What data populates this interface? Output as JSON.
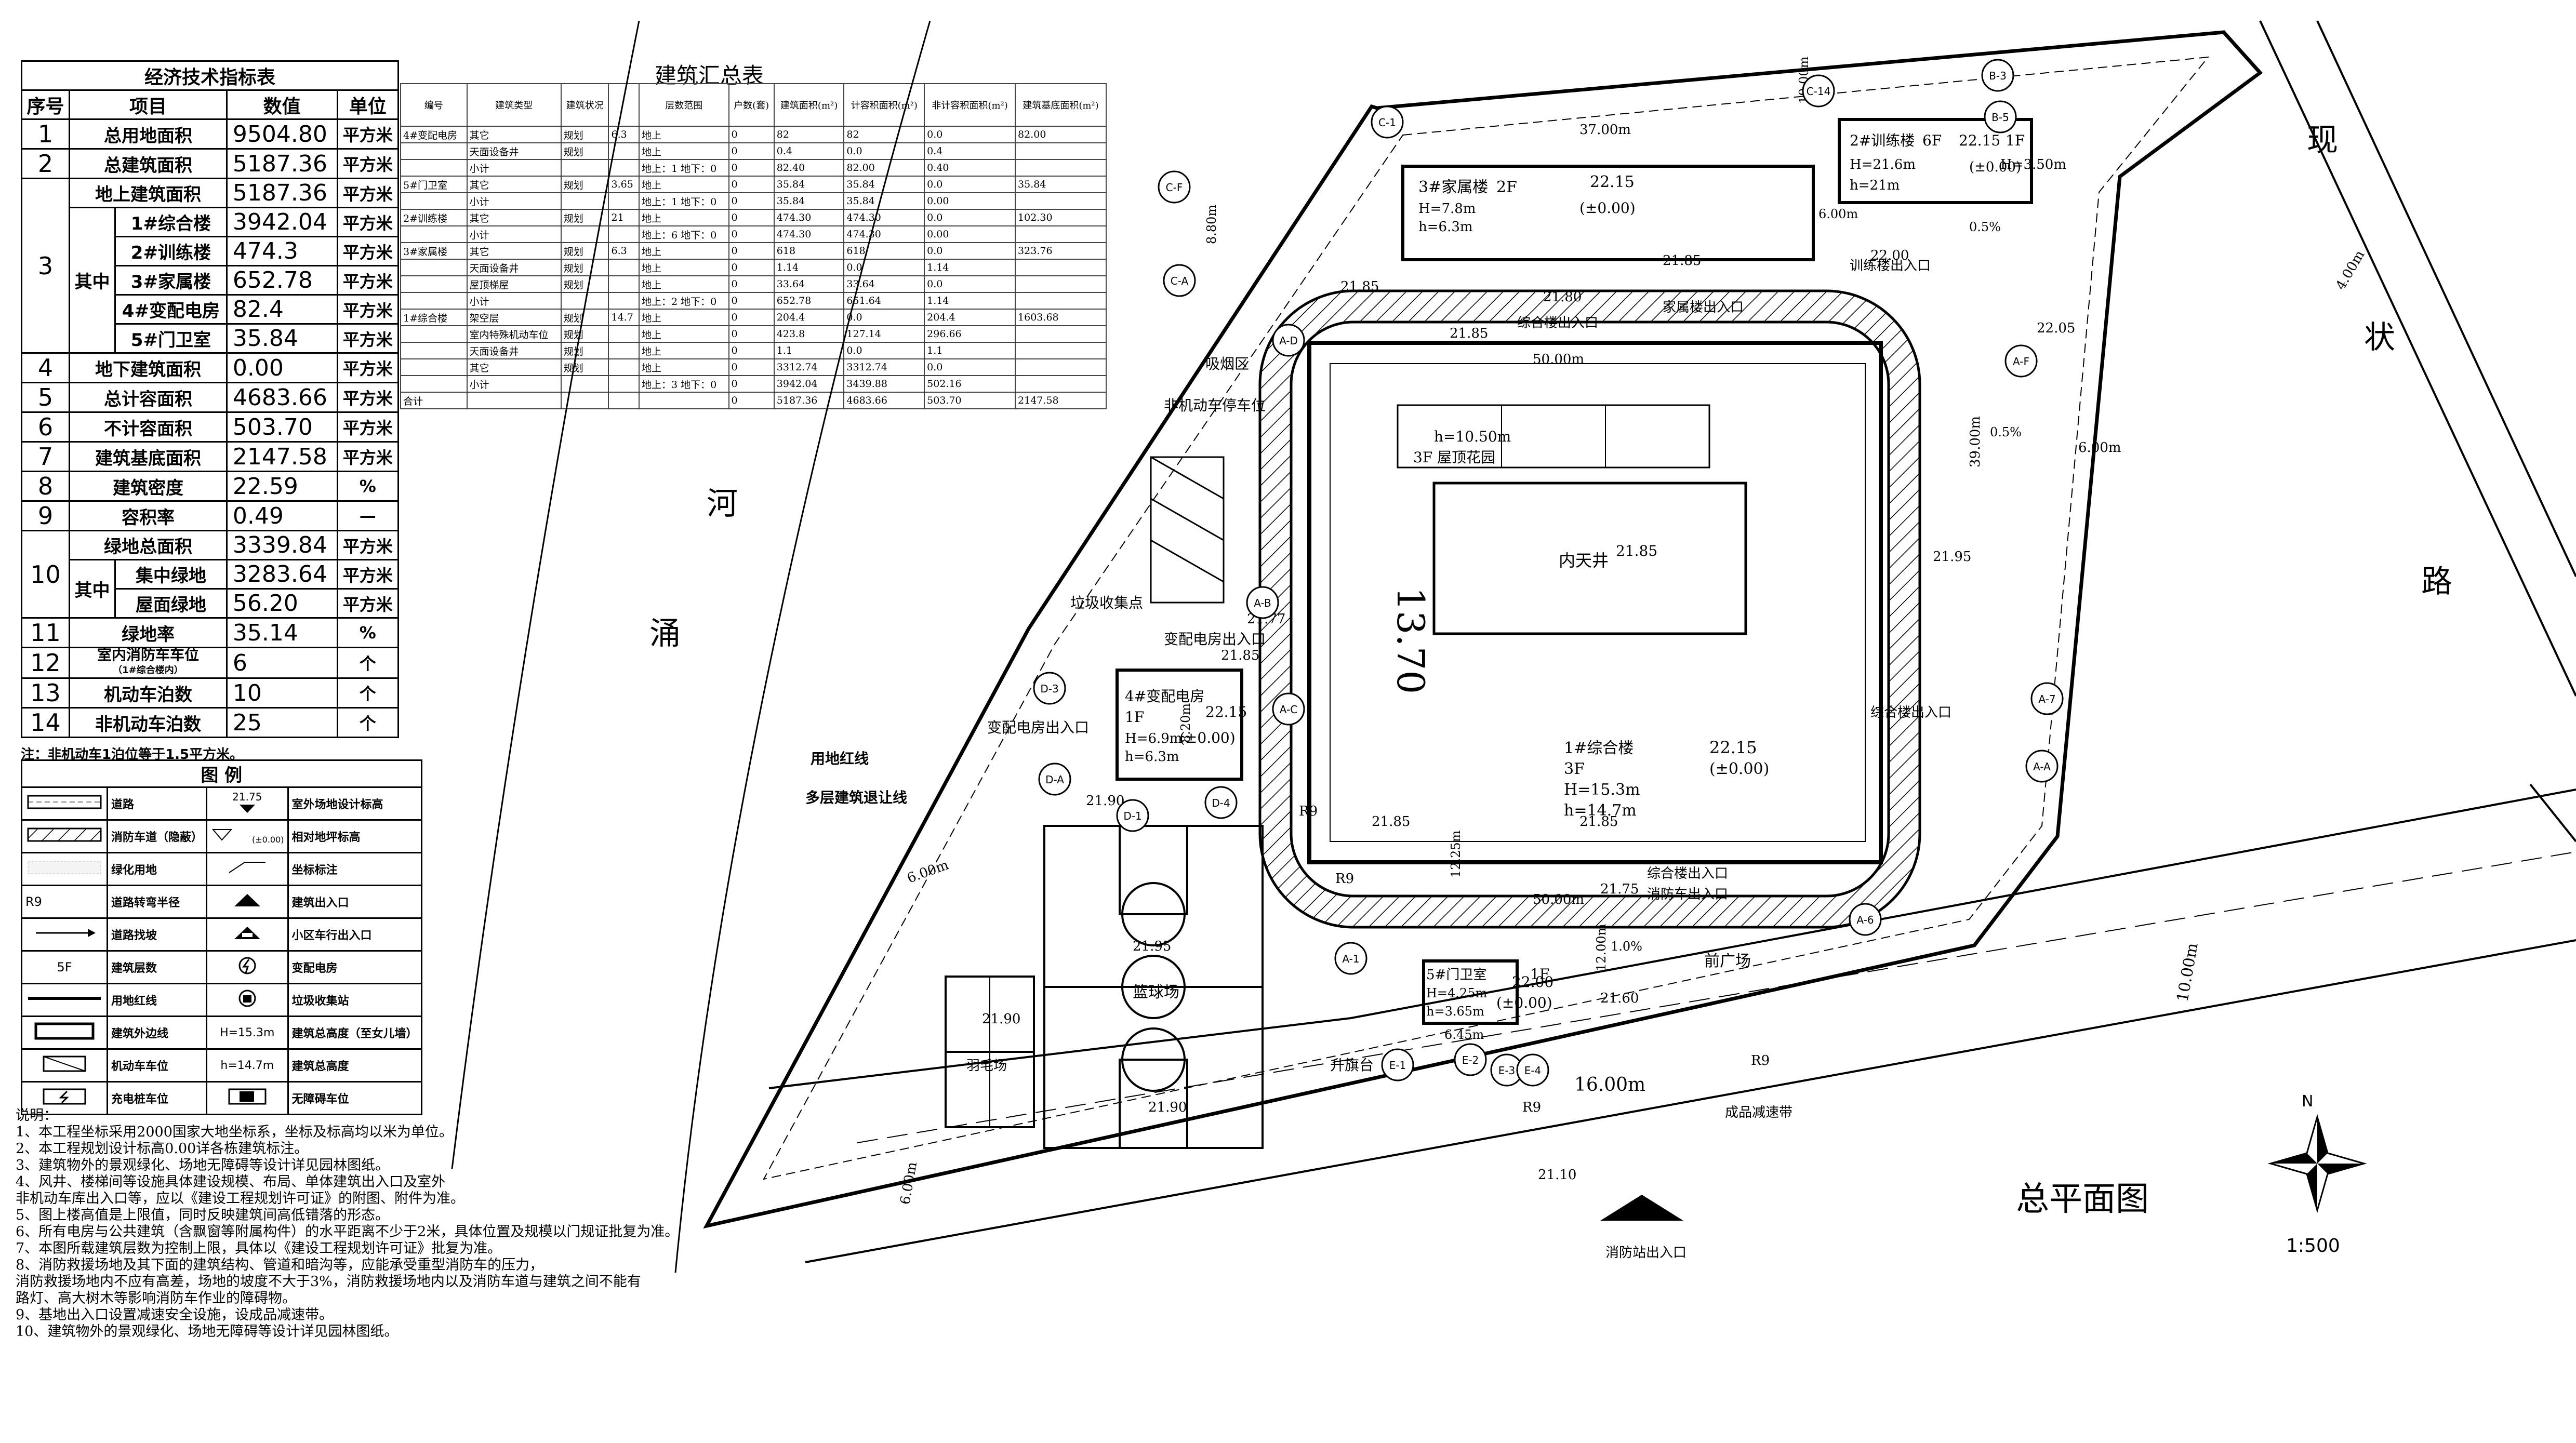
{
  "econ": {
    "title": "经济技术指标表",
    "headers": [
      "序号",
      "项目",
      "数值",
      "单位"
    ],
    "rows": [
      {
        "no": "1",
        "item": "总用地面积",
        "value": "9504.80",
        "unit": "平方米"
      },
      {
        "no": "2",
        "item": "总建筑面积",
        "value": "5187.36",
        "unit": "平方米"
      },
      {
        "no": "3",
        "item": "地上建筑面积",
        "value": "5187.36",
        "unit": "平方米"
      },
      {
        "no": "",
        "item": "1#综合楼",
        "value": "3942.04",
        "unit": "平方米"
      },
      {
        "no": "",
        "item": "2#训练楼",
        "value": "474.3",
        "unit": "平方米"
      },
      {
        "no": "",
        "item": "3#家属楼",
        "value": "652.78",
        "unit": "平方米"
      },
      {
        "no": "",
        "item": "4#变配电房",
        "value": "82.4",
        "unit": "平方米"
      },
      {
        "no": "",
        "item": "5#门卫室",
        "value": "35.84",
        "unit": "平方米"
      },
      {
        "no": "4",
        "item": "地下建筑面积",
        "value": "0.00",
        "unit": "平方米"
      },
      {
        "no": "5",
        "item": "总计容面积",
        "value": "4683.66",
        "unit": "平方米"
      },
      {
        "no": "6",
        "item": "不计容面积",
        "value": "503.70",
        "unit": "平方米"
      },
      {
        "no": "7",
        "item": "建筑基底面积",
        "value": "2147.58",
        "unit": "平方米"
      },
      {
        "no": "8",
        "item": "建筑密度",
        "value": "22.59",
        "unit": "%"
      },
      {
        "no": "9",
        "item": "容积率",
        "value": "0.49",
        "unit": "—"
      },
      {
        "no": "10",
        "item": "绿地总面积",
        "value": "3339.84",
        "unit": "平方米"
      },
      {
        "no": "",
        "item": "集中绿地",
        "value": "3283.64",
        "unit": "平方米"
      },
      {
        "no": "",
        "item": "屋面绿地",
        "value": "56.20",
        "unit": "平方米"
      },
      {
        "no": "11",
        "item": "绿地率",
        "value": "35.14",
        "unit": "%"
      },
      {
        "no": "12",
        "item": "室内消防车车位",
        "value": "6",
        "unit": "个"
      },
      {
        "no": "13",
        "item": "机动车泊数",
        "value": "10",
        "unit": "个"
      },
      {
        "no": "14",
        "item": "非机动车泊数",
        "value": "25",
        "unit": "个"
      }
    ],
    "sub_label": "其中",
    "row12_note": "（1#综合楼内）",
    "note": "注：非机动车1泊位等于1.5平方米。"
  },
  "legend": {
    "title": "图    例",
    "items": [
      [
        "道路",
        "室外场地设计标高"
      ],
      [
        "消防车道（隐蔽）",
        "相对地坪标高"
      ],
      [
        "绿化用地",
        "坐标标注"
      ],
      [
        "道路转弯半径",
        "建筑出入口"
      ],
      [
        "道路找坡",
        "小区车行出入口"
      ],
      [
        "建筑层数",
        "变配电房"
      ],
      [
        "用地红线",
        "垃圾收集站"
      ],
      [
        "建筑外边线",
        "建筑总高度（至女儿墙）"
      ],
      [
        "机动车车位",
        "建筑总高度"
      ],
      [
        "充电桩车位",
        "无障碍车位"
      ]
    ],
    "sym_text": {
      "r9": "R9",
      "fivef": "5F",
      "elev": "21.75",
      "h1": "H=15.3m",
      "h2": "h=14.7m",
      "rel": "(±0.00)"
    }
  },
  "notes": {
    "title": "说明：",
    "lines": [
      "1、本工程坐标采用2000国家大地坐标系，坐标及标高均以米为单位。",
      "2、本工程规划设计标高0.00详各栋建筑标注。",
      "3、建筑物外的景观绿化、场地无障碍等设计详见园林图纸。",
      "4、风井、楼梯间等设施具体建设规模、布局、单体建筑出入口及室外",
      "   非机动车库出入口等，应以《建设工程规划许可证》的附图、附件为准。",
      "5、图上楼高值是上限值，同时反映建筑间高低错落的形态。",
      "6、所有电房与公共建筑（含飘窗等附属构件）的水平距离不少于2米，具体位置及规模以门规证批复为准。",
      "7、本图所载建筑层数为控制上限，具体以《建设工程规划许可证》批复为准。",
      "8、消防救援场地及其下面的建筑结构、管道和暗沟等，应能承受重型消防车的压力，",
      "   消防救援场地内不应有高差，场地的坡度不大于3%，消防救援场地内以及消防车道与建筑之间不能有",
      "   路灯、高大树木等影响消防车作业的障碍物。",
      "9、基地出入口设置减速安全设施，设成品减速带。",
      "10、建筑物外的景观绿化、场地无障碍等设计详见园林图纸。"
    ]
  },
  "bldg": {
    "title": "建筑汇总表",
    "headers": [
      "编号",
      "建筑类型",
      "建筑状况",
      "",
      "层数范围",
      "户数(套)",
      "建筑面积(m²)",
      "计容积面积(m²)",
      "非计容积面积(m²)",
      "建筑基底面积(m²)"
    ],
    "rows": [
      [
        "4#变配电房",
        "其它",
        "规划",
        "6.3",
        "地上",
        "0",
        "82",
        "82",
        "0.0",
        "82.00"
      ],
      [
        "",
        "天面设备井",
        "规划",
        "",
        "地上",
        "0",
        "0.4",
        "0.0",
        "0.4",
        ""
      ],
      [
        "",
        "小计",
        "",
        "",
        "地上：1 地下：0",
        "0",
        "82.40",
        "82.00",
        "0.40",
        ""
      ],
      [
        "5#门卫室",
        "其它",
        "规划",
        "3.65",
        "地上",
        "0",
        "35.84",
        "35.84",
        "0.0",
        "35.84"
      ],
      [
        "",
        "小计",
        "",
        "",
        "地上：1 地下：0",
        "0",
        "35.84",
        "35.84",
        "0.00",
        ""
      ],
      [
        "2#训练楼",
        "其它",
        "规划",
        "21",
        "地上",
        "0",
        "474.30",
        "474.30",
        "0.0",
        "102.30"
      ],
      [
        "",
        "小计",
        "",
        "",
        "地上：6 地下：0",
        "0",
        "474.30",
        "474.30",
        "0.00",
        ""
      ],
      [
        "3#家属楼",
        "其它",
        "规划",
        "6.3",
        "地上",
        "0",
        "618",
        "618",
        "0.0",
        "323.76"
      ],
      [
        "",
        "天面设备井",
        "规划",
        "",
        "地上",
        "0",
        "1.14",
        "0.0",
        "1.14",
        ""
      ],
      [
        "",
        "屋顶梯屋",
        "规划",
        "",
        "地上",
        "0",
        "33.64",
        "33.64",
        "0.0",
        ""
      ],
      [
        "",
        "小计",
        "",
        "",
        "地上：2 地下：0",
        "0",
        "652.78",
        "651.64",
        "1.14",
        ""
      ],
      [
        "1#综合楼",
        "架空层",
        "规划",
        "14.7",
        "地上",
        "0",
        "204.4",
        "0.0",
        "204.4",
        "1603.68"
      ],
      [
        "",
        "室内特殊机动车位",
        "规划",
        "",
        "地上",
        "0",
        "423.8",
        "127.14",
        "296.66",
        ""
      ],
      [
        "",
        "天面设备井",
        "规划",
        "",
        "地上",
        "0",
        "1.1",
        "0.0",
        "1.1",
        ""
      ],
      [
        "",
        "其它",
        "规划",
        "",
        "地上",
        "0",
        "3312.74",
        "3312.74",
        "0.0",
        ""
      ],
      [
        "",
        "小计",
        "",
        "",
        "地上：3 地下：0",
        "0",
        "3942.04",
        "3439.88",
        "502.16",
        ""
      ],
      [
        "合计",
        "",
        "",
        "",
        "",
        "0",
        "5187.36",
        "4683.66",
        "503.70",
        "2147.58"
      ]
    ]
  },
  "plan": {
    "river": [
      "河",
      "涌"
    ],
    "road": [
      "现",
      "状",
      "路"
    ],
    "title": "总平面图",
    "scale": "1:500",
    "north": "N",
    "labels": {
      "b1_name": "1#综合楼",
      "b1_floors": "3F",
      "b1_H": "H=15.3m",
      "b1_h": "h=14.7m",
      "b1_elev": "22.15",
      "b1_rel": "(±0.00)",
      "atrium": "内天井",
      "atrium_elev": "21.85",
      "roof_garden": "h=10.50m",
      "roof_garden2": "3F 屋顶花园",
      "dim_1370": "13.70",
      "dim_50a": "50.00m",
      "dim_50b": "50.00m",
      "dim_39": "39.00m",
      "dim_37": "37.00m",
      "b2_name": "2#训练楼",
      "b2_floors": "6F",
      "b2_elev": "22.15",
      "b2_rel": "(±0.00)",
      "b2_H": "H=21.6m",
      "b2_h": "h=21m",
      "b2_1f": "1F",
      "b2_h2": "H=3.50m",
      "b3_name": "3#家属楼",
      "b3_floors": "2F",
      "b3_H": "H=7.8m",
      "b3_h": "h=6.3m",
      "b3_elev": "22.15",
      "b3_rel": "(±0.00)",
      "b4_name": "4#变配电房",
      "b4_floors": "1F",
      "b4_H": "H=6.9m",
      "b4_h": "h=6.3m",
      "b4_elev": "22.15",
      "b4_rel": "(±0.00)",
      "b5_name": "5#门卫室",
      "b5_floors": "1F",
      "b5_H": "H=4.25m",
      "b5_h": "h=3.65m",
      "b5_elev": "22.00",
      "b5_rel": "(±0.00)",
      "basketball": "篮球场",
      "badminton": "羽毛场",
      "bb_elev": "21.95",
      "bad_elev": "21.90",
      "bb_elev2": "21.90",
      "smoking": "吸烟区",
      "bike": "非机动车停车位",
      "garbage": "垃圾收集点",
      "dist_in": "变配电房出入口",
      "dist_in2": "变配电房出入口",
      "stage": "升旗台",
      "plaza": "前广场",
      "speed": "成品减速带",
      "fire_exit": "消防站出入口",
      "train_in": "训练楼出入口",
      "fam_in": "家属楼出入口",
      "comp_in": "综合楼出入口",
      "comp_in2": "综合楼出入口",
      "comp_in3": "综合楼出入口",
      "fire_in": "消防车出入口",
      "redline": "用地红线",
      "setback": "多层建筑退让线",
      "e1": "21.85",
      "e2": "21.85",
      "e3": "21.80",
      "e4": "21.85",
      "e5": "22.00",
      "e6": "22.05",
      "e7": "21.95",
      "e8": "21.77",
      "e9": "21.85",
      "e10": "21.90",
      "e11": "21.85",
      "e12": "21.75",
      "e13": "21.60",
      "e14": "21.10",
      "e15": "21.85",
      "d1": "16.00m",
      "d2": "10.00m",
      "d3": "6.00m",
      "d4": "6.00m",
      "d5": "4.00m",
      "d6": "6.00m",
      "d7": "12.00m",
      "d8": "12.25m",
      "d9": "6.00m",
      "d10": "8.80m",
      "d11": "8.20m",
      "d12": "10.00m",
      "d13": "6.45m",
      "slope1": "0.5%",
      "slope2": "0.5%",
      "slope3": "1.0%",
      "r1": "R9",
      "r2": "R9",
      "r3": "R9",
      "r4": "R9"
    },
    "coords": [
      "C-1",
      "C-14",
      "B-3",
      "B-5",
      "C-F",
      "C-A",
      "A-D",
      "A-F",
      "A-A",
      "A-B",
      "A-6",
      "A-1",
      "E-1",
      "E-2",
      "E-3",
      "E-4",
      "D-1",
      "D-A",
      "D-4",
      "D-3",
      "A-C",
      "A-7"
    ]
  }
}
